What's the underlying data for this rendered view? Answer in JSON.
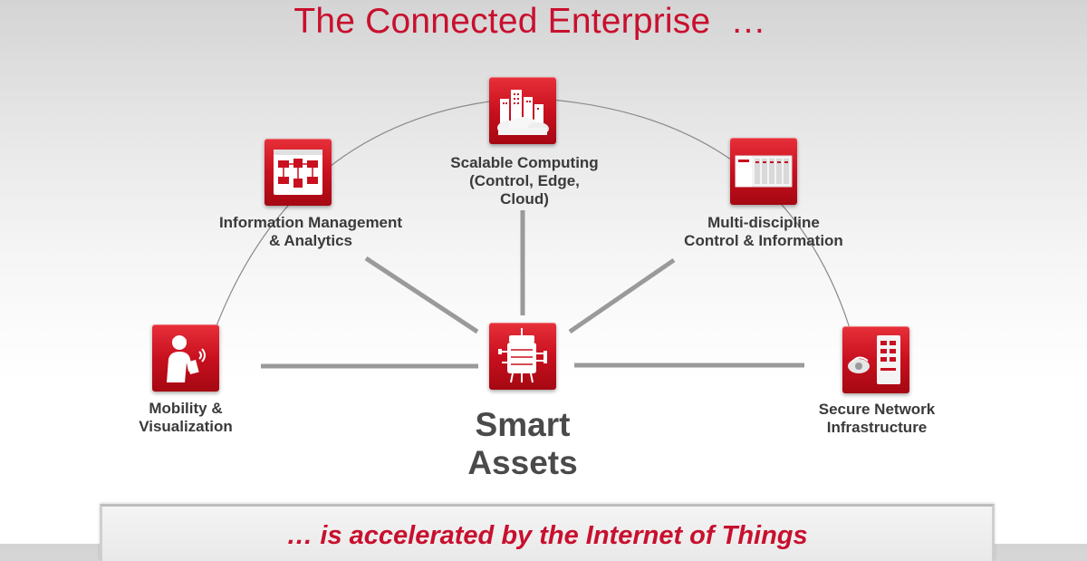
{
  "title": "The Connected Enterprise  …",
  "colors": {
    "accent": "#c8102e",
    "text": "#3a3a3a",
    "line": "#9a9a9a"
  },
  "center": {
    "label": "Smart\nAssets",
    "icon": "smart-asset-icon"
  },
  "nodes": [
    {
      "id": "scalable-computing",
      "label": "Scalable Computing\n(Control, Edge,\nCloud)",
      "icon": "cloud-city-icon"
    },
    {
      "id": "information-management",
      "label": "Information Management\n& Analytics",
      "icon": "workflow-icon"
    },
    {
      "id": "multi-discipline",
      "label": "Multi-discipline\nControl & Information",
      "icon": "controller-rack-icon"
    },
    {
      "id": "mobility",
      "label": "Mobility &\nVisualization",
      "icon": "mobile-worker-icon"
    },
    {
      "id": "secure-network",
      "label": "Secure Network\nInfrastructure",
      "icon": "network-switch-icon"
    }
  ],
  "footer": {
    "text": "… is accelerated by the Internet of Things"
  }
}
